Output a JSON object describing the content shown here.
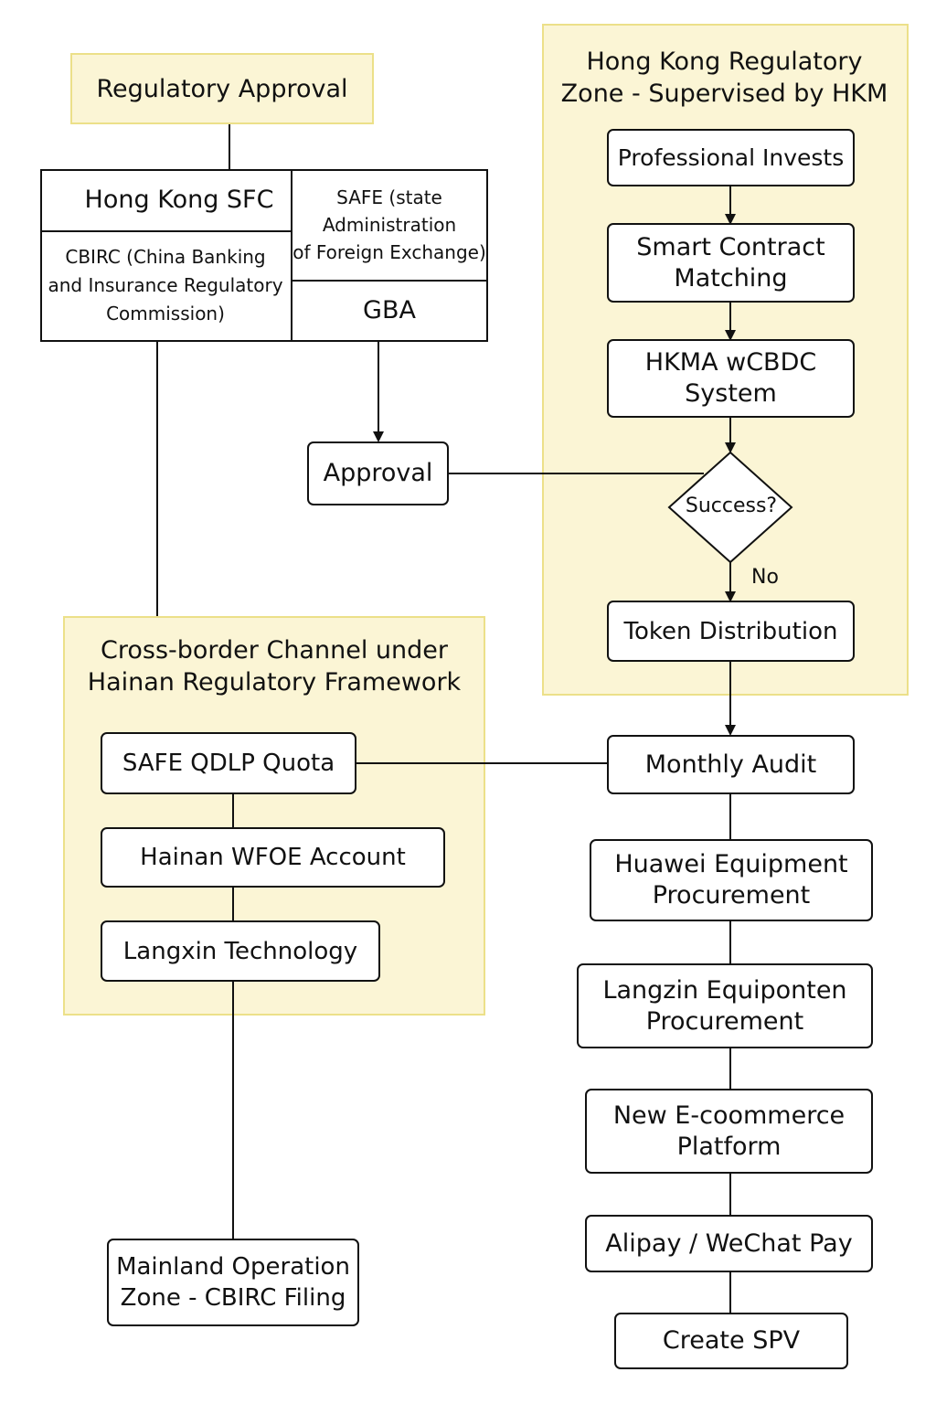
{
  "regulatory_approval": {
    "label": "Regulatory Approval"
  },
  "regulators": {
    "hk_sfc": "Hong Kong SFC",
    "cbirc": "CBIRC (China Banking\nand Insurance Regulatory\nCommission)",
    "safe": "SAFE (state\nAdministration\nof Foreign Exchange)",
    "gba": "GBA"
  },
  "approval": {
    "label": "Approval"
  },
  "hk_zone": {
    "title": "Hong Kong Regulatory\nZone - Supervised by HKM",
    "steps": {
      "professional_invests": "Professional Invests",
      "smart_contract": "Smart Contract\nMatching",
      "hkma_wcbdc": "HKMA wCBDC\nSystem",
      "decision": "Success?",
      "decision_no": "No",
      "token_distribution": "Token Distribution"
    }
  },
  "hainan_zone": {
    "title": "Cross-border Channel under\nHainan Regulatory Framework",
    "steps": {
      "safe_qdlp": "SAFE QDLP Quota",
      "hainan_wfoe": "Hainan WFOE Account",
      "langxin": "Langxin Technology"
    }
  },
  "mainland": {
    "label": "Mainland Operation\nZone - CBIRC Filing"
  },
  "right_chain": {
    "monthly_audit": "Monthly Audit",
    "huawei": "Huawei Equipment\nProcurement",
    "langzin": "Langzin Equiponten\nProcurement",
    "ecommerce": "New E-coommerce\nPlatform",
    "pay": "Alipay / WeChat Pay",
    "spv": "Create SPV"
  }
}
